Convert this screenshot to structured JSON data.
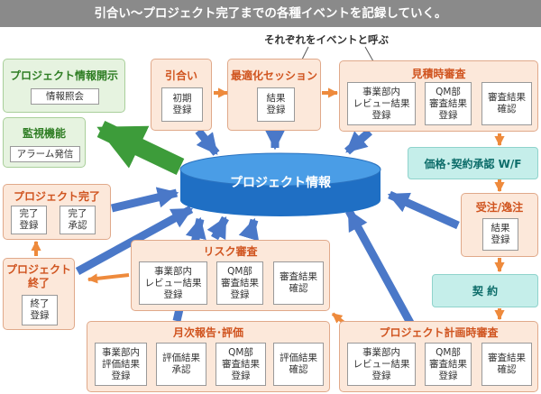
{
  "title": "引合い〜プロジェクト完了までの各種イベントを記録していく。",
  "callout": "それぞれをイベントと呼ぶ",
  "center": "プロジェクト情報",
  "info_disclosure": {
    "title": "プロジェクト情報開示",
    "item": "情報照会"
  },
  "monitoring": {
    "title": "監視機能",
    "item": "アラーム発信"
  },
  "inquiry": {
    "title": "引合い",
    "item": "初期\n登録"
  },
  "optimization": {
    "title": "最適化セッション",
    "item": "結果\n登録"
  },
  "estimate_review": {
    "title": "見積時審査",
    "items": [
      "事業部内\nレビュー結果\n登録",
      "QM部\n審査結果\n登録",
      "審査結果\n確認"
    ]
  },
  "price_approval": "価格･契約承認 W/F",
  "order": {
    "title": "受注/逸注",
    "item": "結果\n登録"
  },
  "contract": "契 約",
  "plan_review": {
    "title": "プロジェクト計画時審査",
    "items": [
      "事業部内\nレビュー結果\n登録",
      "QM部\n審査結果\n登録",
      "審査結果\n確認"
    ]
  },
  "monthly": {
    "title": "月次報告･評価",
    "items": [
      "事業部内\n評価結果\n登録",
      "評価結果\n承認",
      "QM部\n審査結果\n登録",
      "評価結果\n確認"
    ]
  },
  "risk_review": {
    "title": "リスク審査",
    "items": [
      "事業部内\nレビュー結果\n登録",
      "QM部\n審査結果\n登録",
      "審査結果\n確認"
    ]
  },
  "project_end": {
    "title": "プロジェクト\n終了",
    "item": "終了\n登録"
  },
  "project_complete": {
    "title": "プロジェクト完了",
    "items": [
      "完了\n登録",
      "完了\n承認"
    ]
  }
}
